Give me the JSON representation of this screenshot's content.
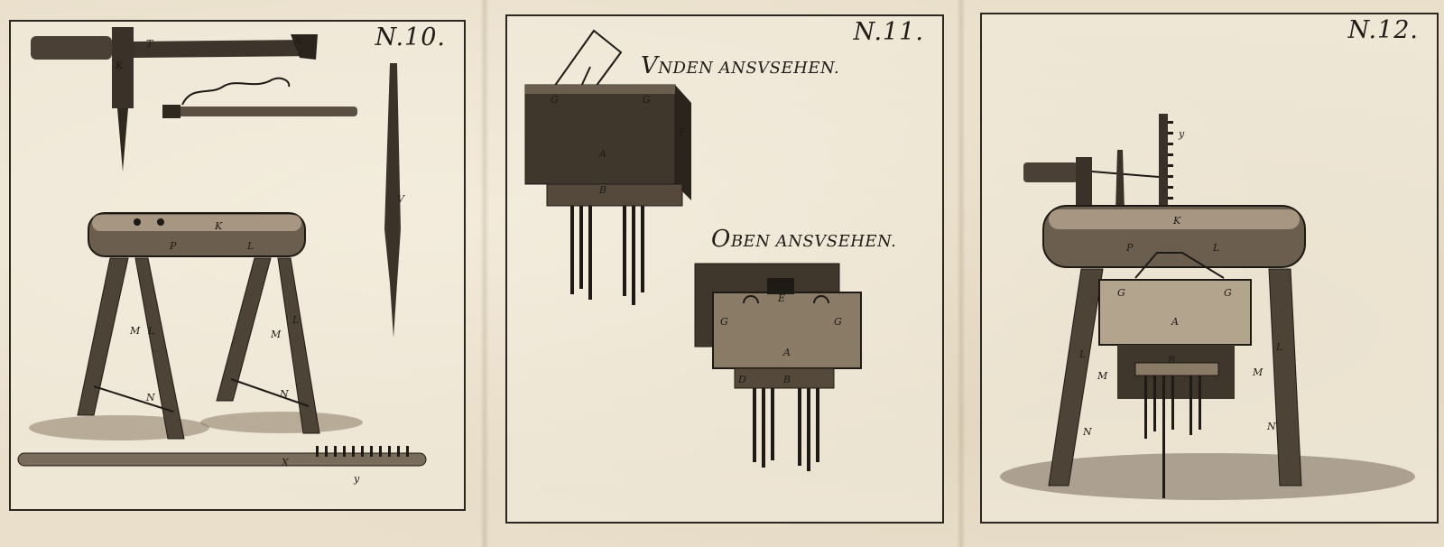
{
  "plates": [
    {
      "number": "N.10."
    },
    {
      "number": "N.11.",
      "caption_top": {
        "initial": "V",
        "rest": "NDEN ANSVSEHEN."
      },
      "caption_bottom": {
        "initial": "O",
        "rest": "BEN ANSVSEHEN."
      }
    },
    {
      "number": "N.12."
    }
  ],
  "labels": {
    "p10": [
      "T",
      "N",
      "K",
      "V",
      "P",
      "L",
      "K",
      "M",
      "L",
      "M",
      "L",
      "N",
      "N",
      "X",
      "y"
    ],
    "p11": [
      "G",
      "G",
      "F",
      "A",
      "B",
      "E",
      "G",
      "G",
      "A",
      "B",
      "D"
    ],
    "p12": [
      "y",
      "K",
      "P",
      "L",
      "G",
      "G",
      "A",
      "L",
      "L",
      "M",
      "M",
      "B",
      "N",
      "N"
    ]
  },
  "colors": {
    "paper": "#e9dfcb",
    "ink": "#1e1a15"
  }
}
